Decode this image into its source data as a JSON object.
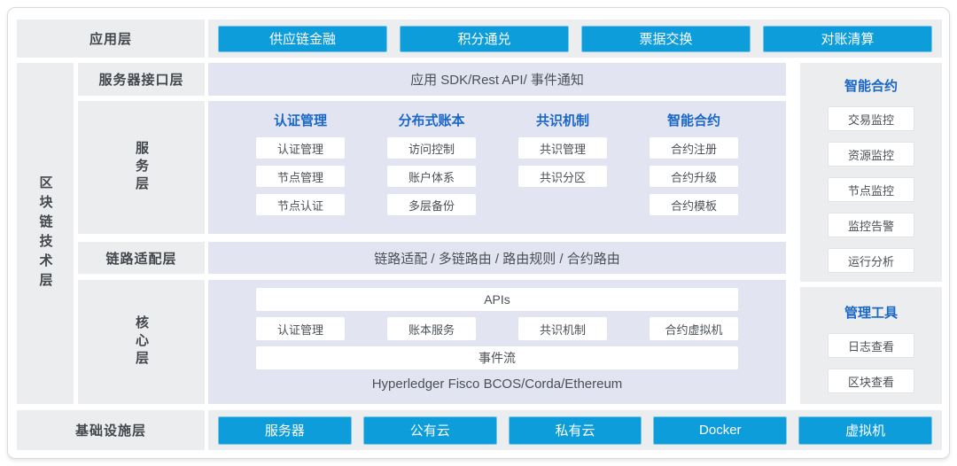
{
  "app_layer": {
    "label": "应用层",
    "buttons": [
      "供应链金融",
      "积分通兑",
      "票据交换",
      "对账清算"
    ]
  },
  "blockchain_layer": {
    "label": "区块链技术层",
    "interface_layer": {
      "label": "服务器接口层",
      "content": "应用 SDK/Rest API/ 事件通知"
    },
    "service_layer": {
      "label": "服务层",
      "columns": [
        {
          "header": "认证管理",
          "items": [
            "认证管理",
            "节点管理",
            "节点认证"
          ]
        },
        {
          "header": "分布式账本",
          "items": [
            "访问控制",
            "账户体系",
            "多层备份"
          ]
        },
        {
          "header": "共识机制",
          "items": [
            "共识管理",
            "共识分区"
          ]
        },
        {
          "header": "智能合约",
          "items": [
            "合约注册",
            "合约升级",
            "合约模板"
          ]
        }
      ]
    },
    "adapter_layer": {
      "label": "链路适配层",
      "content": "链路适配 / 多链路由 / 路由规则 / 合约路由"
    },
    "core_layer": {
      "label": "核心层",
      "apis_bar": "APIs",
      "modules": [
        "认证管理",
        "账本服务",
        "共识机制",
        "合约虚拟机"
      ],
      "event_bar": "事件流",
      "platforms": "Hyperledger Fisco BCOS/Corda/Ethereum"
    }
  },
  "side_panels": [
    {
      "header": "智能合约",
      "items": [
        "交易监控",
        "资源监控",
        "节点监控",
        "监控告警",
        "运行分析"
      ]
    },
    {
      "header": "管理工具",
      "items": [
        "日志查看",
        "区块查看"
      ]
    }
  ],
  "infra_layer": {
    "label": "基础设施层",
    "buttons": [
      "服务器",
      "公有云",
      "私有云",
      "Docker",
      "虚拟机"
    ]
  },
  "colors": {
    "button_blue": "#0d9dda",
    "header_blue": "#1a67c8",
    "band_lavender": "#e2e4f2",
    "panel_gray": "#ecedee",
    "text_dark": "#42474d"
  }
}
